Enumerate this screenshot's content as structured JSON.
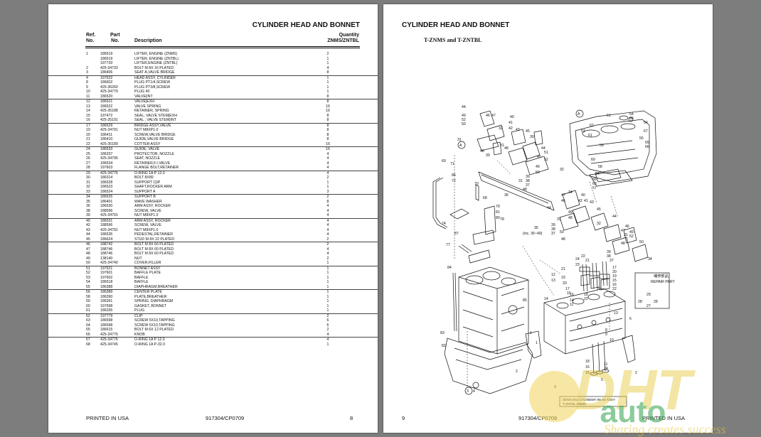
{
  "left_page": {
    "title": "CYLINDER HEAD AND BONNET",
    "headers": {
      "ref1": "Ref.",
      "ref2": "No.",
      "part1": "Part",
      "part2": "No.",
      "desc": "Description",
      "qty1": "Quantity",
      "qty2": "ZNMS/ZNTBL"
    },
    "groups": [
      [
        {
          "ref": "1",
          "part": "186519",
          "desc": "LIFTER, ENGINE (ZNMS)",
          "qty": "2"
        },
        {
          "ref": "",
          "part": "186519",
          "desc": "LIFTER, ENGINE (ZNTBL)",
          "qty": "1"
        },
        {
          "ref": "",
          "part": "197733",
          "desc": "LIFTER,ENGINE (ZNTBL)",
          "qty": "1"
        },
        {
          "ref": "2",
          "part": "425-34733",
          "desc": "BOLT M 8X 16 PLATED",
          "qty": "4"
        },
        {
          "ref": "3",
          "part": "186406",
          "desc": "SEAT A,VALVE BRIDGE",
          "qty": "8"
        }
      ],
      [
        {
          "ref": "4",
          "part": "197622",
          "desc": "HEAD ASSY, CYLINDER",
          "qty": "1"
        },
        {
          "ref": "8",
          "part": "186602",
          "desc": "PLUG PT1/4,SCREW",
          "qty": "1"
        },
        {
          "ref": "9",
          "part": "425-36260",
          "desc": "PLUG PT3/8,SCREW",
          "qty": "1"
        },
        {
          "ref": "10",
          "part": "425-34779",
          "desc": "PLUG 40",
          "qty": "1"
        },
        {
          "ref": "11",
          "part": "186520",
          "desc": "VALVE|INT",
          "qty": "8"
        }
      ],
      [
        {
          "ref": "12",
          "part": "186521",
          "desc": "VALVE|EXH",
          "qty": "8"
        },
        {
          "ref": "13",
          "part": "186522",
          "desc": "VALVE SPRING",
          "qty": "16"
        },
        {
          "ref": "14",
          "part": "425-35188",
          "desc": "RETAINER, SPRING",
          "qty": "16"
        },
        {
          "ref": "15",
          "part": "197472",
          "desc": "SEAL, VALVE STEM|EXH",
          "qty": "8"
        },
        {
          "ref": "16",
          "part": "425-35191",
          "desc": "SEAL , VALVE STEM|INT",
          "qty": "8"
        }
      ],
      [
        {
          "ref": "17",
          "part": "186529",
          "desc": "BRIDGE ASSY,VALVE",
          "qty": "8"
        },
        {
          "ref": "19",
          "part": "425-34791",
          "desc": "NUT M8XP1.0",
          "qty": "8"
        },
        {
          "ref": "20",
          "part": "186411",
          "desc": "SCREW,VALVE BRIDGE",
          "qty": "8"
        },
        {
          "ref": "21",
          "part": "186410",
          "desc": "GUIDE,VALVE BRIDGE",
          "qty": "8"
        },
        {
          "ref": "22",
          "part": "425-35189",
          "desc": "COTTER ASSY",
          "qty": "16"
        }
      ],
      [
        {
          "ref": "24",
          "part": "186533",
          "desc": "GUIDE, VALVE",
          "qty": "16"
        },
        {
          "ref": "25",
          "part": "186337",
          "desc": "PROTECTOR, NOZZLE",
          "qty": "4"
        },
        {
          "ref": "26",
          "part": "425-34796",
          "desc": "SEAT, NOZZLE",
          "qty": "4"
        },
        {
          "ref": "27",
          "part": "186534",
          "desc": "RETAINER,F.I.VALVE",
          "qty": "4"
        },
        {
          "ref": "28",
          "part": "197603",
          "desc": "FLANGE BOLT,RETAINER",
          "qty": "4"
        }
      ],
      [
        {
          "ref": "29",
          "part": "425-34776",
          "desc": "O-RING 1A P 12.0",
          "qty": "4"
        },
        {
          "ref": "30",
          "part": "186314",
          "desc": "BOLT  8X80",
          "qty": "2"
        },
        {
          "ref": "31",
          "part": "186528",
          "desc": "SUPPORT C|IP",
          "qty": "1"
        },
        {
          "ref": "32",
          "part": "186523",
          "desc": "SHAFT,ROCKER ARM",
          "qty": "1"
        },
        {
          "ref": "33",
          "part": "186524",
          "desc": "SUPPORT A",
          "qty": "3"
        }
      ],
      [
        {
          "ref": "34",
          "part": "186525",
          "desc": "SUPPORT B",
          "qty": "2"
        },
        {
          "ref": "35",
          "part": "186401",
          "desc": "WAVE WASHER",
          "qty": "8"
        },
        {
          "ref": "36",
          "part": "186530",
          "desc": "ARM ASSY, ROCKER",
          "qty": "4"
        },
        {
          "ref": "38",
          "part": "188596",
          "desc": "SCREW, VALVE",
          "qty": "4"
        },
        {
          "ref": "39",
          "part": "425-34791",
          "desc": "NUT M8XP1.0",
          "qty": "4"
        }
      ],
      [
        {
          "ref": "40",
          "part": "186531",
          "desc": "ARM ASSY, ROCKER",
          "qty": "4"
        },
        {
          "ref": "42",
          "part": "188596",
          "desc": "SCREW, VALVE",
          "qty": "4"
        },
        {
          "ref": "43",
          "part": "425-34791",
          "desc": "NUT M8XP1.0",
          "qty": "4"
        },
        {
          "ref": "44",
          "part": "186535",
          "desc": "PEDESTAL,RETAINER",
          "qty": "4"
        },
        {
          "ref": "45",
          "part": "186624",
          "desc": "STUD M 8X 22 PLATED",
          "qty": "2"
        }
      ],
      [
        {
          "ref": "46",
          "part": "188742",
          "desc": "BOLT M 8X 60 PLATED",
          "qty": "2"
        },
        {
          "ref": "47",
          "part": "188746",
          "desc": "BOLT M 8X 60 PLATED",
          "qty": "4"
        },
        {
          "ref": "48",
          "part": "188746",
          "desc": "BOLT M 8X 60 PLATED",
          "qty": "4"
        },
        {
          "ref": "49",
          "part": "138140",
          "desc": "NUT",
          "qty": "2"
        },
        {
          "ref": "50",
          "part": "425-34740",
          "desc": "COVER,FILLER",
          "qty": "1"
        }
      ],
      [
        {
          "ref": "51",
          "part": "197621",
          "desc": "BONNET ASSY",
          "qty": "1"
        },
        {
          "ref": "52",
          "part": "197601",
          "desc": "BAFFLE PLATE",
          "qty": "1"
        },
        {
          "ref": "53",
          "part": "197602",
          "desc": "BAFFLE",
          "qty": "1"
        },
        {
          "ref": "54",
          "part": "186518",
          "desc": "BAFFLE",
          "qty": "1"
        },
        {
          "ref": "55",
          "part": "186388",
          "desc": "DIAPHRAGM,BREATHER",
          "qty": "1"
        }
      ],
      [
        {
          "ref": "56",
          "part": "186389",
          "desc": "CENTER PLATE",
          "qty": "1"
        },
        {
          "ref": "58",
          "part": "186390",
          "desc": "PLATE,BREATHER",
          "qty": "1"
        },
        {
          "ref": "59",
          "part": "186391",
          "desc": "SPRING, DIAPHRAGM",
          "qty": "1"
        },
        {
          "ref": "60",
          "part": "197698",
          "desc": "GASKET, BONNET",
          "qty": "1"
        },
        {
          "ref": "61",
          "part": "186335",
          "desc": "PLUG",
          "qty": "1"
        }
      ],
      [
        {
          "ref": "62",
          "part": "197779",
          "desc": "CLIP",
          "qty": "2"
        },
        {
          "ref": "63",
          "part": "186598",
          "desc": "SCREW 5X10,TAPPING",
          "qty": "6"
        },
        {
          "ref": "64",
          "part": "186598",
          "desc": "SCREW 5X10,TAPPING",
          "qty": "6"
        },
        {
          "ref": "65",
          "part": "186615",
          "desc": "BOLT M 6X 12 PLATED",
          "qty": "2"
        },
        {
          "ref": "66",
          "part": "425-34775",
          "desc": "KNOB",
          "qty": "4"
        }
      ],
      [
        {
          "ref": "67",
          "part": "425-34776",
          "desc": "O-RING 1A P 12.0",
          "qty": "4"
        },
        {
          "ref": "68",
          "part": "425-34745",
          "desc": "O-RING 1A P-32.0",
          "qty": "1"
        }
      ]
    ],
    "footer_left": "PRINTED IN USA",
    "footer_center": "917304/CP0709",
    "page_number": "8"
  },
  "right_page": {
    "title": "CYLINDER HEAD AND BONNET",
    "subtitle": "T-ZNMS and T-ZNTBL",
    "page_number": "9",
    "footer_center": "917304/CP0709",
    "footer_right": "PRINTED IN USA",
    "callouts": [
      "44",
      "49",
      "52",
      "50",
      "46",
      "47",
      "45",
      "30",
      "40",
      "43",
      "42",
      "41",
      "39",
      "38",
      "37",
      "31",
      "48",
      "69",
      "71",
      "86",
      "72",
      "36",
      "73",
      "68",
      "79",
      "81",
      "80",
      "78",
      "74",
      "87",
      "77",
      "84",
      "85",
      "35",
      "(inc. 36~49)",
      "33",
      "34",
      "54",
      "53",
      "51",
      "57",
      "56",
      "63",
      "58",
      "59",
      "60",
      "61",
      "62",
      "64",
      "65",
      "66",
      "67",
      "A",
      "1",
      "2",
      "3",
      "4",
      "5",
      "6",
      "7",
      "8",
      "9",
      "10",
      "11",
      "12",
      "13",
      "14",
      "15",
      "16",
      "17",
      "18",
      "19",
      "20",
      "21",
      "22",
      "23",
      "24",
      "25",
      "26",
      "27",
      "28",
      "29",
      "32",
      "55",
      "70",
      "75",
      "76",
      "82",
      "83"
    ],
    "repair_label": "補修部品 REPAIR PART",
    "nameplate_text": "ZENKOKU CYLINDER HEAD ASSY",
    "nameplate_code": "T-ZNTBL-ZNMS"
  },
  "watermark": {
    "brand": "DHT",
    "word": "auto",
    "tagline": "Sharing creates success"
  },
  "colors": {
    "background": "#7d7d7d",
    "page": "#ffffff",
    "ink": "#111111",
    "watermark": "#e6c73a",
    "watermark_green": "#2fa24a"
  }
}
